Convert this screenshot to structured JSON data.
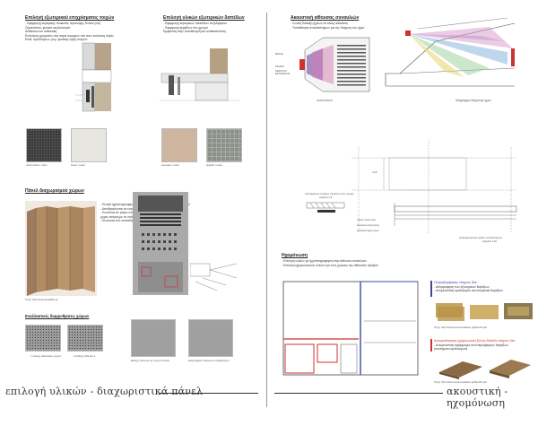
{
  "left": {
    "sec1": {
      "title": "Επιλογή εξωτερικού επιχρίσματος τοιχών",
      "lines": [
        "- Εφαρμογή κεραμικής πλακέτας πρόσοψης δυπλα (σιλ)",
        "Ομαλόστικό, φυσικό και βιολογικό",
        "Ανθεκτικό και ανθεκτική",
        "Εναλλαγή χρώματος στη σειρά τεμαχίων στο στυλ εκτέλεση κτίρίο",
        "Επιθ. προσόψεων, μεγ. φυσικής υφής πετρών"
      ]
    },
    "sec2": {
      "title": "Επιλογή υλικών εξωτερικών δαπέδων",
      "lines": [
        "- Εφαρμογή κεραμικών πλακιδίων πεζοδρόμιου",
        "- Εφαρμογή ψηφίδων στο χρώμα",
        "Εμφάνιση στην τοποθέτηση και αντικατάσταση"
      ]
    },
    "swatch_caps": [
      "υαλότουβλα / υλικό",
      "λευκό / υλικό",
      "κεραμικό / υλικό",
      "ψηφίδα / υλικό"
    ],
    "sec3": {
      "title": "Πάνελ διαχωρισμού χώρων",
      "bullets": [
        "- Κινητά ηχοαπορροφητικά πάνελ διαχωρισμού χώρων τύπου 'Nex'",
        "- Αποθηκεύονται σε εσοχές κατασκευασμένες στον τοίχο",
        "- Κινούνται σε ράγες στο διαχωρισμένο διαφορετικές γεωμετρίες",
        "  χωρίς ανάγκη με τις ανάγκες",
        "- Κινούνται στο οποιαδήποτε σημείο (1) στα περισσότερα (2)"
      ],
      "photo_cap": "Πηγή: http://www.dorsalfax.gr"
    },
    "sec4": {
      "title": "Εναλλακτικές διαρρυθμίσεις χώρων",
      "caps": [
        "1 εκδοχή εκθεσιακός χώρος",
        "2 εκδοχή αίθουσα 1",
        "Εκδοχή αίθουσα με 2 κινητά πάνελ",
        "Διαρρύθμιση αιθουσών αμφιθεάτρου"
      ]
    },
    "footer": "επιλογή υλικών - διαχωριστικά πάνελ"
  },
  "right": {
    "acoustic": {
      "title": "Ακουστική αίθουσας συναυλιών",
      "lines": [
        "- Σωστή διάταξη ηχείων σε κλίση αίθουσας",
        "- Τοποθέτηση ανακλαστήρων για την διάχυση του ήχου"
      ],
      "labels_left": [
        "ΦΑΤΣΑ",
        "ΣΚΗΝΗ",
        "ΠΕΡΙΟΧΗ ΕΚΤΕΛΕΣΗΣ",
        "ΑΚΡΟΑΤΗΡΙΟ"
      ],
      "diagram_cap": "Διάγραμμα διάχυσης ήχου"
    },
    "section": {
      "cap1": "Λεπτομέρεια στηρίξης πλαισίου στην οροφή",
      "cap1b": "κλίμακα 1:5",
      "label_a": "Αρμός διαστολής",
      "label_b": "Συσκευή ανάρτησης",
      "label_c": "Ανακλαστήρες ήχου",
      "cap2": "Κατασκευαστικό σχέδιο ανακλαστήρων",
      "cap2b": "κλίμακα 1:10",
      "dim": "4.00"
    },
    "insulation": {
      "title": "Ηχομόνωση",
      "lines": [
        "- Επιλογή υλικών με ηχοαπορρόφηση στην αίθουσα συναυλιών",
        "- Επιλογή ηχομονωτικών υλικών για τους χώρους της αίθουσας πρόβων"
      ],
      "item1_title": "Πετροβάμβακας πάχους 5εκ.",
      "item1_lines": [
        "- Απορρόφηση των εξωτερικών θορύβων",
        "- Αντιμετώπιση κραδασμών και συγκρατεί θορύβων"
      ],
      "item1_src": "Πηγή: http://www.isoverinsulation.gr/files/13.pdf",
      "item2_title": "Αντικραδασμική ηχομονωτική ξύλινη δάπεδο πάχους 5εκ.",
      "item2_lines": [
        "- Αντιμετώπιση σφάρμισμα και στερεόφερτων θορύβων",
        "(κτυπήματα κραδασμών)"
      ],
      "item2_src": "Πηγή: http://www.isoverinsulation.gr/files/13.pdf"
    },
    "footer": "ακουστική - ηχομόνωση"
  }
}
